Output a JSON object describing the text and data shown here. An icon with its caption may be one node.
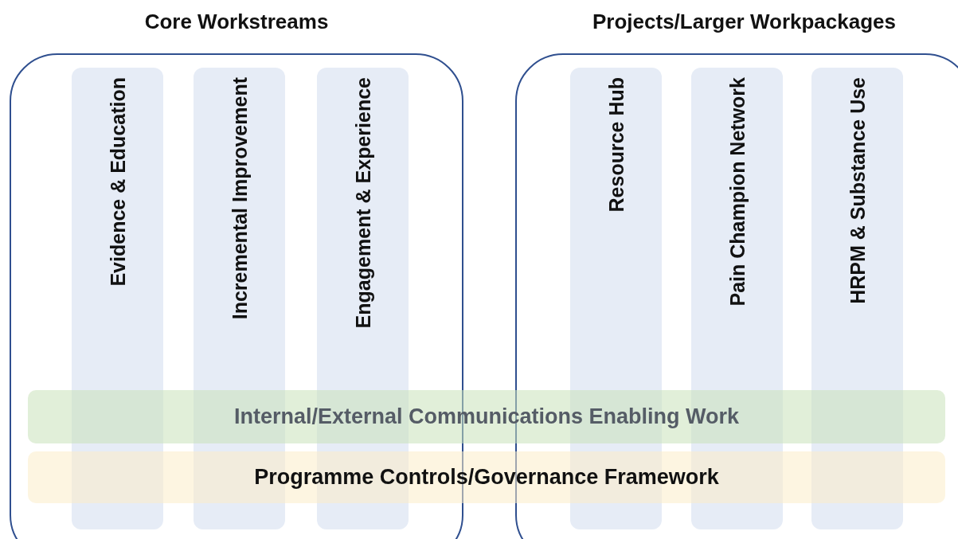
{
  "diagram": {
    "nodes": [
      {
        "text": [
          "Core Workstreams"
        ]
      },
      {
        "text": [
          "Evidence & Education"
        ],
        "in": 0
      },
      {
        "text": [
          "Incremental Improvement"
        ],
        "in": 0
      },
      {
        "text": [
          "Engagement & Experience"
        ],
        "in": 0
      },
      {
        "text": [
          "Projects/Larger Workpackages"
        ]
      },
      {
        "text": [
          "Resource Hub"
        ],
        "in": 4
      },
      {
        "text": [
          "Pain Champion Network"
        ],
        "in": 4
      },
      {
        "text": [
          "HRPM & Substance Use"
        ],
        "in": 4
      },
      {
        "text": [
          "Internal/External Communications Enabling Work"
        ]
      },
      {
        "text": [
          "Programme Controls/Governance Framework"
        ]
      }
    ]
  }
}
